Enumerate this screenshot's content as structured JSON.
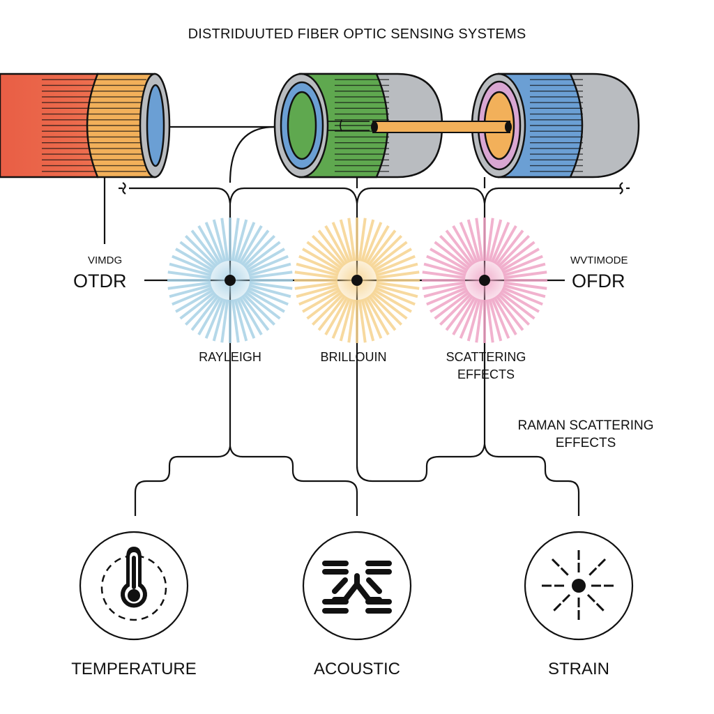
{
  "title": "DISTRIDUUTED FIBER OPTIC SENSING SYSTEMS",
  "colors": {
    "red": "#e8654a",
    "orange": "#f2b05a",
    "green": "#5fa84f",
    "blue": "#6b9fd4",
    "gray": "#b9bcc0",
    "pink": "#d9a6d2",
    "rayleigh_burst": "#a9d2e6",
    "brillouin_burst": "#f6d38f",
    "scattering_burst": "#efa5c6",
    "line": "#111111"
  },
  "cables": [
    {
      "name": "red-orange-cable",
      "jacket": "red",
      "band": "orange",
      "core": "blue"
    },
    {
      "name": "green-cable",
      "jacket": "gray",
      "band": "green",
      "core": "green",
      "inner_ring": "blue"
    },
    {
      "name": "blue-cable",
      "jacket": "gray",
      "band": "blue",
      "core": "orange",
      "inner_ring": "pink"
    }
  ],
  "modes": {
    "left": {
      "small": "VIMDG",
      "big": "OTDR"
    },
    "right": {
      "small": "WVTIMODE",
      "big": "OFDR"
    }
  },
  "scattering": [
    {
      "label": "RAYLEIGH",
      "color": "rayleigh_burst"
    },
    {
      "label": "BRILLOUIN",
      "color": "brillouin_burst"
    },
    {
      "label": "SCATTERING\nEFFECTS",
      "line1": "SCATTERING",
      "line2": "EFFECTS",
      "color": "scattering_burst"
    }
  ],
  "raman": {
    "line1": "RAMAN SCATTERING",
    "line2": "EFFECTS"
  },
  "sensors": [
    {
      "label": "TEMPERATURE",
      "icon": "thermometer-icon"
    },
    {
      "label": "ACOUSTIC",
      "icon": "acoustic-icon"
    },
    {
      "label": "STRAIN",
      "icon": "strain-icon"
    }
  ]
}
